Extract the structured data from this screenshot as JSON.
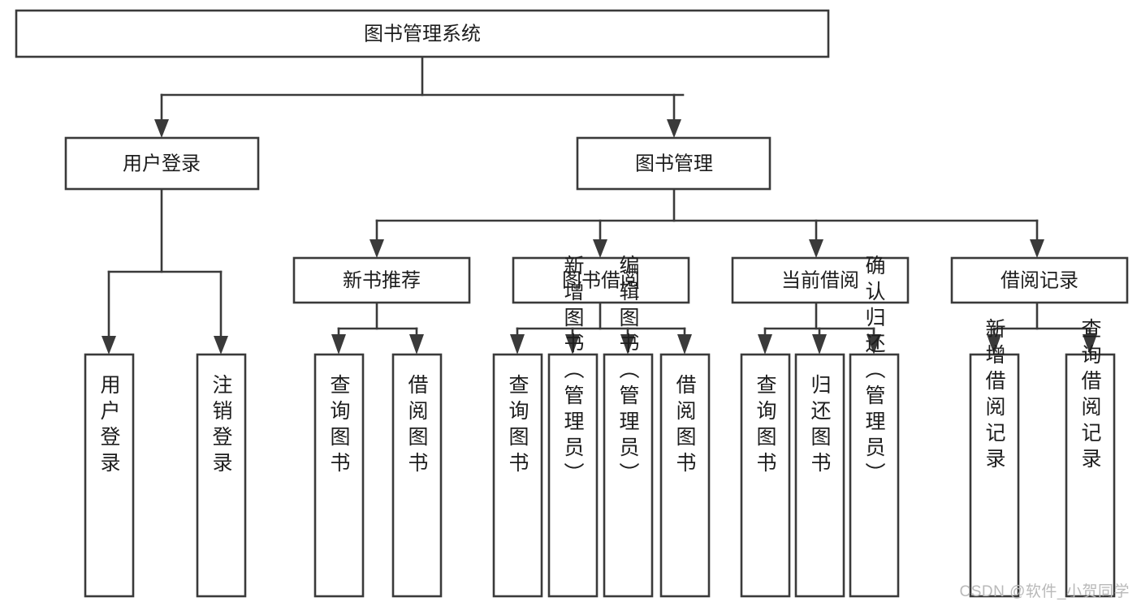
{
  "diagram": {
    "type": "hierarchy-tree",
    "title": "图书管理系统",
    "watermark": "CSDN @软件_小贺同学",
    "colors": {
      "box_stroke": "#3a3a3a",
      "box_fill": "#ffffff",
      "text": "#1d1d1d",
      "watermark": "#b9b9b9",
      "background": "#ffffff"
    },
    "levels": {
      "root": "图书管理系统",
      "level2": [
        "用户登录",
        "图书管理"
      ],
      "level3": [
        "新书推荐",
        "图书借阅",
        "当前借阅",
        "借阅记录"
      ]
    },
    "nodes": {
      "root": {
        "label": "图书管理系统",
        "orientation": "horizontal"
      },
      "user_login": {
        "label": "用户登录",
        "orientation": "horizontal"
      },
      "book_manage": {
        "label": "图书管理",
        "orientation": "horizontal"
      },
      "new_book_rec": {
        "label": "新书推荐",
        "orientation": "horizontal"
      },
      "book_borrow": {
        "label": "图书借阅",
        "orientation": "horizontal"
      },
      "current_borrow": {
        "label": "当前借阅",
        "orientation": "horizontal"
      },
      "borrow_record": {
        "label": "借阅记录",
        "orientation": "horizontal"
      },
      "leaf_user_login": {
        "label": "用户登录",
        "orientation": "vertical"
      },
      "leaf_logout": {
        "label": "注销登录",
        "orientation": "vertical"
      },
      "leaf_query_book_1": {
        "label": "查询图书",
        "orientation": "vertical"
      },
      "leaf_borrow_book_1": {
        "label": "借阅图书",
        "orientation": "vertical"
      },
      "leaf_query_book_2": {
        "label": "查询图书",
        "orientation": "vertical"
      },
      "leaf_add_book": {
        "label": "新增图书（管理员）",
        "orientation": "vertical"
      },
      "leaf_edit_book": {
        "label": "编辑图书（管理员）",
        "orientation": "vertical"
      },
      "leaf_borrow_book_2": {
        "label": "借阅图书",
        "orientation": "vertical"
      },
      "leaf_query_book_3": {
        "label": "查询图书",
        "orientation": "vertical"
      },
      "leaf_return_book": {
        "label": "归还图书",
        "orientation": "vertical"
      },
      "leaf_confirm_return": {
        "label": "确认归还（管理员）",
        "orientation": "vertical"
      },
      "leaf_add_record": {
        "label": "新增借阅记录",
        "orientation": "vertical"
      },
      "leaf_query_record": {
        "label": "查询借阅记录",
        "orientation": "vertical"
      }
    },
    "edges": [
      {
        "from": "root",
        "to": "user_login"
      },
      {
        "from": "root",
        "to": "book_manage"
      },
      {
        "from": "user_login",
        "to": "leaf_user_login"
      },
      {
        "from": "user_login",
        "to": "leaf_logout"
      },
      {
        "from": "book_manage",
        "to": "new_book_rec"
      },
      {
        "from": "book_manage",
        "to": "book_borrow"
      },
      {
        "from": "book_manage",
        "to": "current_borrow"
      },
      {
        "from": "book_manage",
        "to": "borrow_record"
      },
      {
        "from": "new_book_rec",
        "to": "leaf_query_book_1"
      },
      {
        "from": "new_book_rec",
        "to": "leaf_borrow_book_1"
      },
      {
        "from": "book_borrow",
        "to": "leaf_query_book_2"
      },
      {
        "from": "book_borrow",
        "to": "leaf_add_book"
      },
      {
        "from": "book_borrow",
        "to": "leaf_edit_book"
      },
      {
        "from": "book_borrow",
        "to": "leaf_borrow_book_2"
      },
      {
        "from": "current_borrow",
        "to": "leaf_query_book_3"
      },
      {
        "from": "current_borrow",
        "to": "leaf_return_book"
      },
      {
        "from": "current_borrow",
        "to": "leaf_confirm_return"
      },
      {
        "from": "borrow_record",
        "to": "leaf_add_record"
      },
      {
        "from": "borrow_record",
        "to": "leaf_query_record"
      }
    ]
  }
}
